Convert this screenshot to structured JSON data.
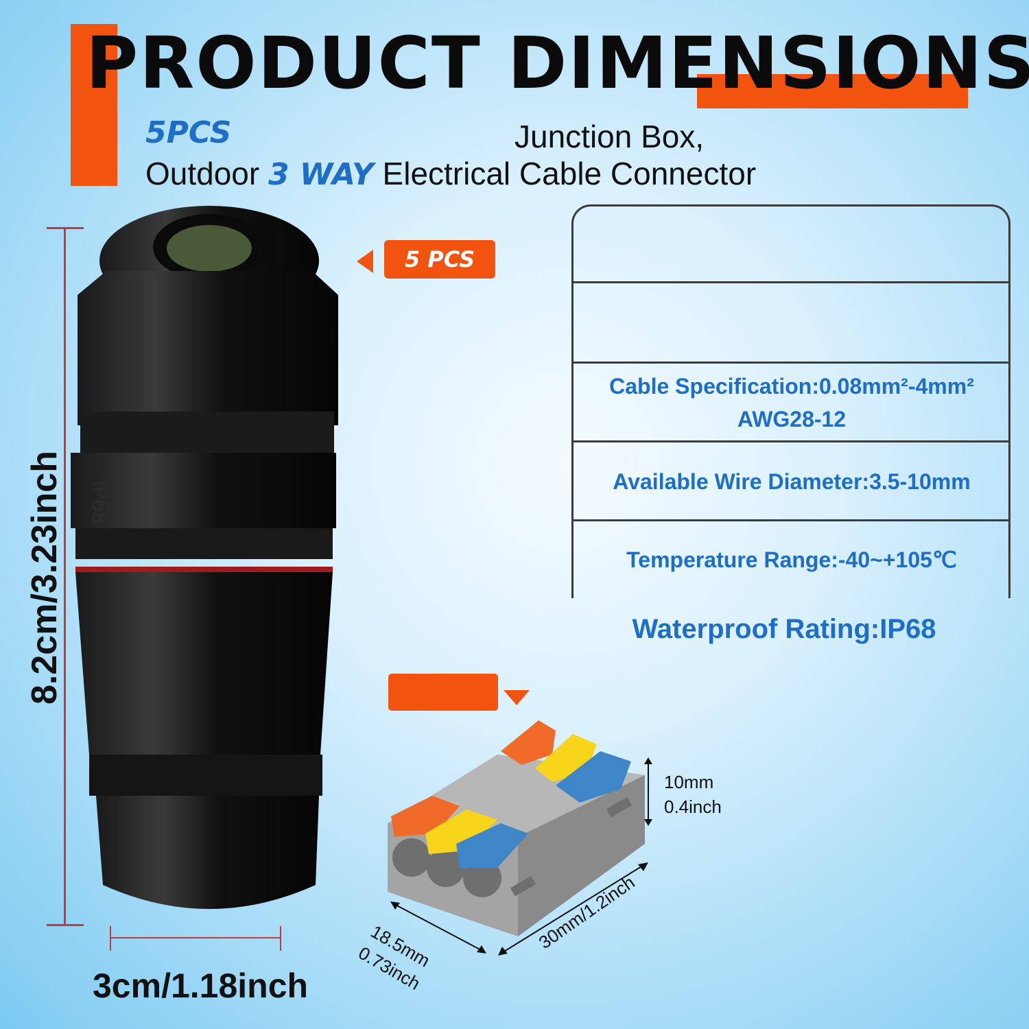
{
  "title": "PRODUCT DIMENSIONS",
  "subtitle": {
    "quantity": "5PCS",
    "line1": "Junction Box,",
    "line2_prefix": "Outdoor",
    "line2_highlight": "3 WAY",
    "line2_suffix": "Electrical Cable Connector"
  },
  "badge": "5 PCS",
  "specs": [
    {
      "line1": "Cable Specification:0.08mm²-4mm²",
      "line2": "AWG28-12"
    },
    {
      "line1": "Available Wire Diameter:3.5-10mm"
    },
    {
      "line1": "Temperature Range:-40~+105℃"
    }
  ],
  "waterproof": "Waterproof Rating:IP68",
  "dimensions": {
    "height": "8.2cm/3.23inch",
    "width": "3cm/1.18inch",
    "connector_height_mm": "10mm",
    "connector_height_in": "0.4inch",
    "connector_length": "30mm/1.2inch",
    "connector_depth_mm": "18.5mm",
    "connector_depth_in": "0.73inch"
  },
  "product_marking": "IP68",
  "colors": {
    "accent_orange": "#f2530f",
    "accent_blue": "#1e6ec8",
    "lever_orange": "#f06a2a",
    "lever_yellow": "#f7d51b",
    "lever_blue": "#3f86c8"
  }
}
